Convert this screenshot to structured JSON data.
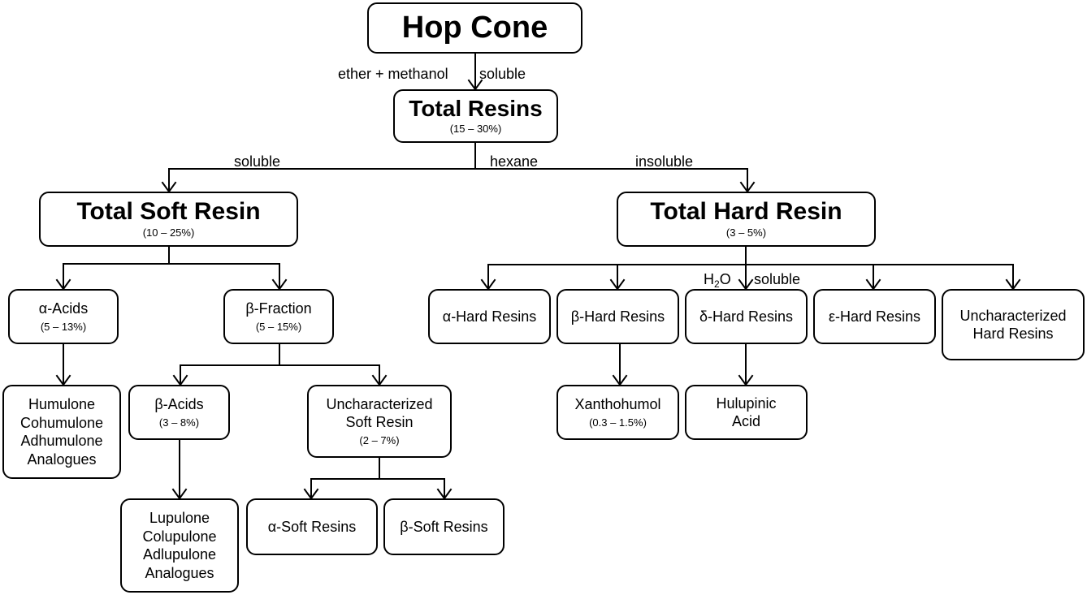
{
  "nodes": {
    "hop_cone": {
      "title": "Hop Cone"
    },
    "total_resins": {
      "title": "Total Resins",
      "pct": "(15 – 30%)"
    },
    "total_soft_resin": {
      "title": "Total Soft Resin",
      "pct": "(10 – 25%)"
    },
    "total_hard_resin": {
      "title": "Total Hard Resin",
      "pct": "(3 – 5%)"
    },
    "alpha_acids": {
      "title": "α-Acids",
      "pct": "(5 – 13%)"
    },
    "beta_fraction": {
      "title": "β-Fraction",
      "pct": "(5 – 15%)"
    },
    "alpha_acid_list": {
      "lines": [
        "Humulone",
        "Cohumulone",
        "Adhumulone",
        "Analogues"
      ]
    },
    "beta_acids": {
      "title": "β-Acids",
      "pct": "(3 – 8%)"
    },
    "uncharacterized_soft": {
      "line1": "Uncharacterized",
      "line2": "Soft Resin",
      "pct": "(2 – 7%)"
    },
    "beta_acid_list": {
      "lines": [
        "Lupulone",
        "Colupulone",
        "Adlupulone",
        "Analogues"
      ]
    },
    "alpha_soft_resins": {
      "title": "α-Soft Resins"
    },
    "beta_soft_resins": {
      "title": "β-Soft Resins"
    },
    "alpha_hard_resins": {
      "title": "α-Hard Resins"
    },
    "beta_hard_resins": {
      "title": "β-Hard Resins"
    },
    "delta_hard_resins": {
      "title": "δ-Hard Resins"
    },
    "epsilon_hard_resins": {
      "title": "ε-Hard Resins"
    },
    "uncharacterized_hard": {
      "line1": "Uncharacterized",
      "line2": "Hard Resins"
    },
    "xanthohumol": {
      "title": "Xanthohumol",
      "pct": "(0.3 – 1.5%)"
    },
    "hulupinic_acid": {
      "line1": "Hulupinic",
      "line2": "Acid"
    }
  },
  "edge_labels": {
    "ether_methanol": "ether + methanol",
    "soluble_top": "soluble",
    "soluble_left": "soluble",
    "hexane": "hexane",
    "insoluble": "insoluble",
    "h2o_h": "H",
    "h2o_sub": "2",
    "h2o_o": "O",
    "soluble_h2o": "soluble"
  }
}
